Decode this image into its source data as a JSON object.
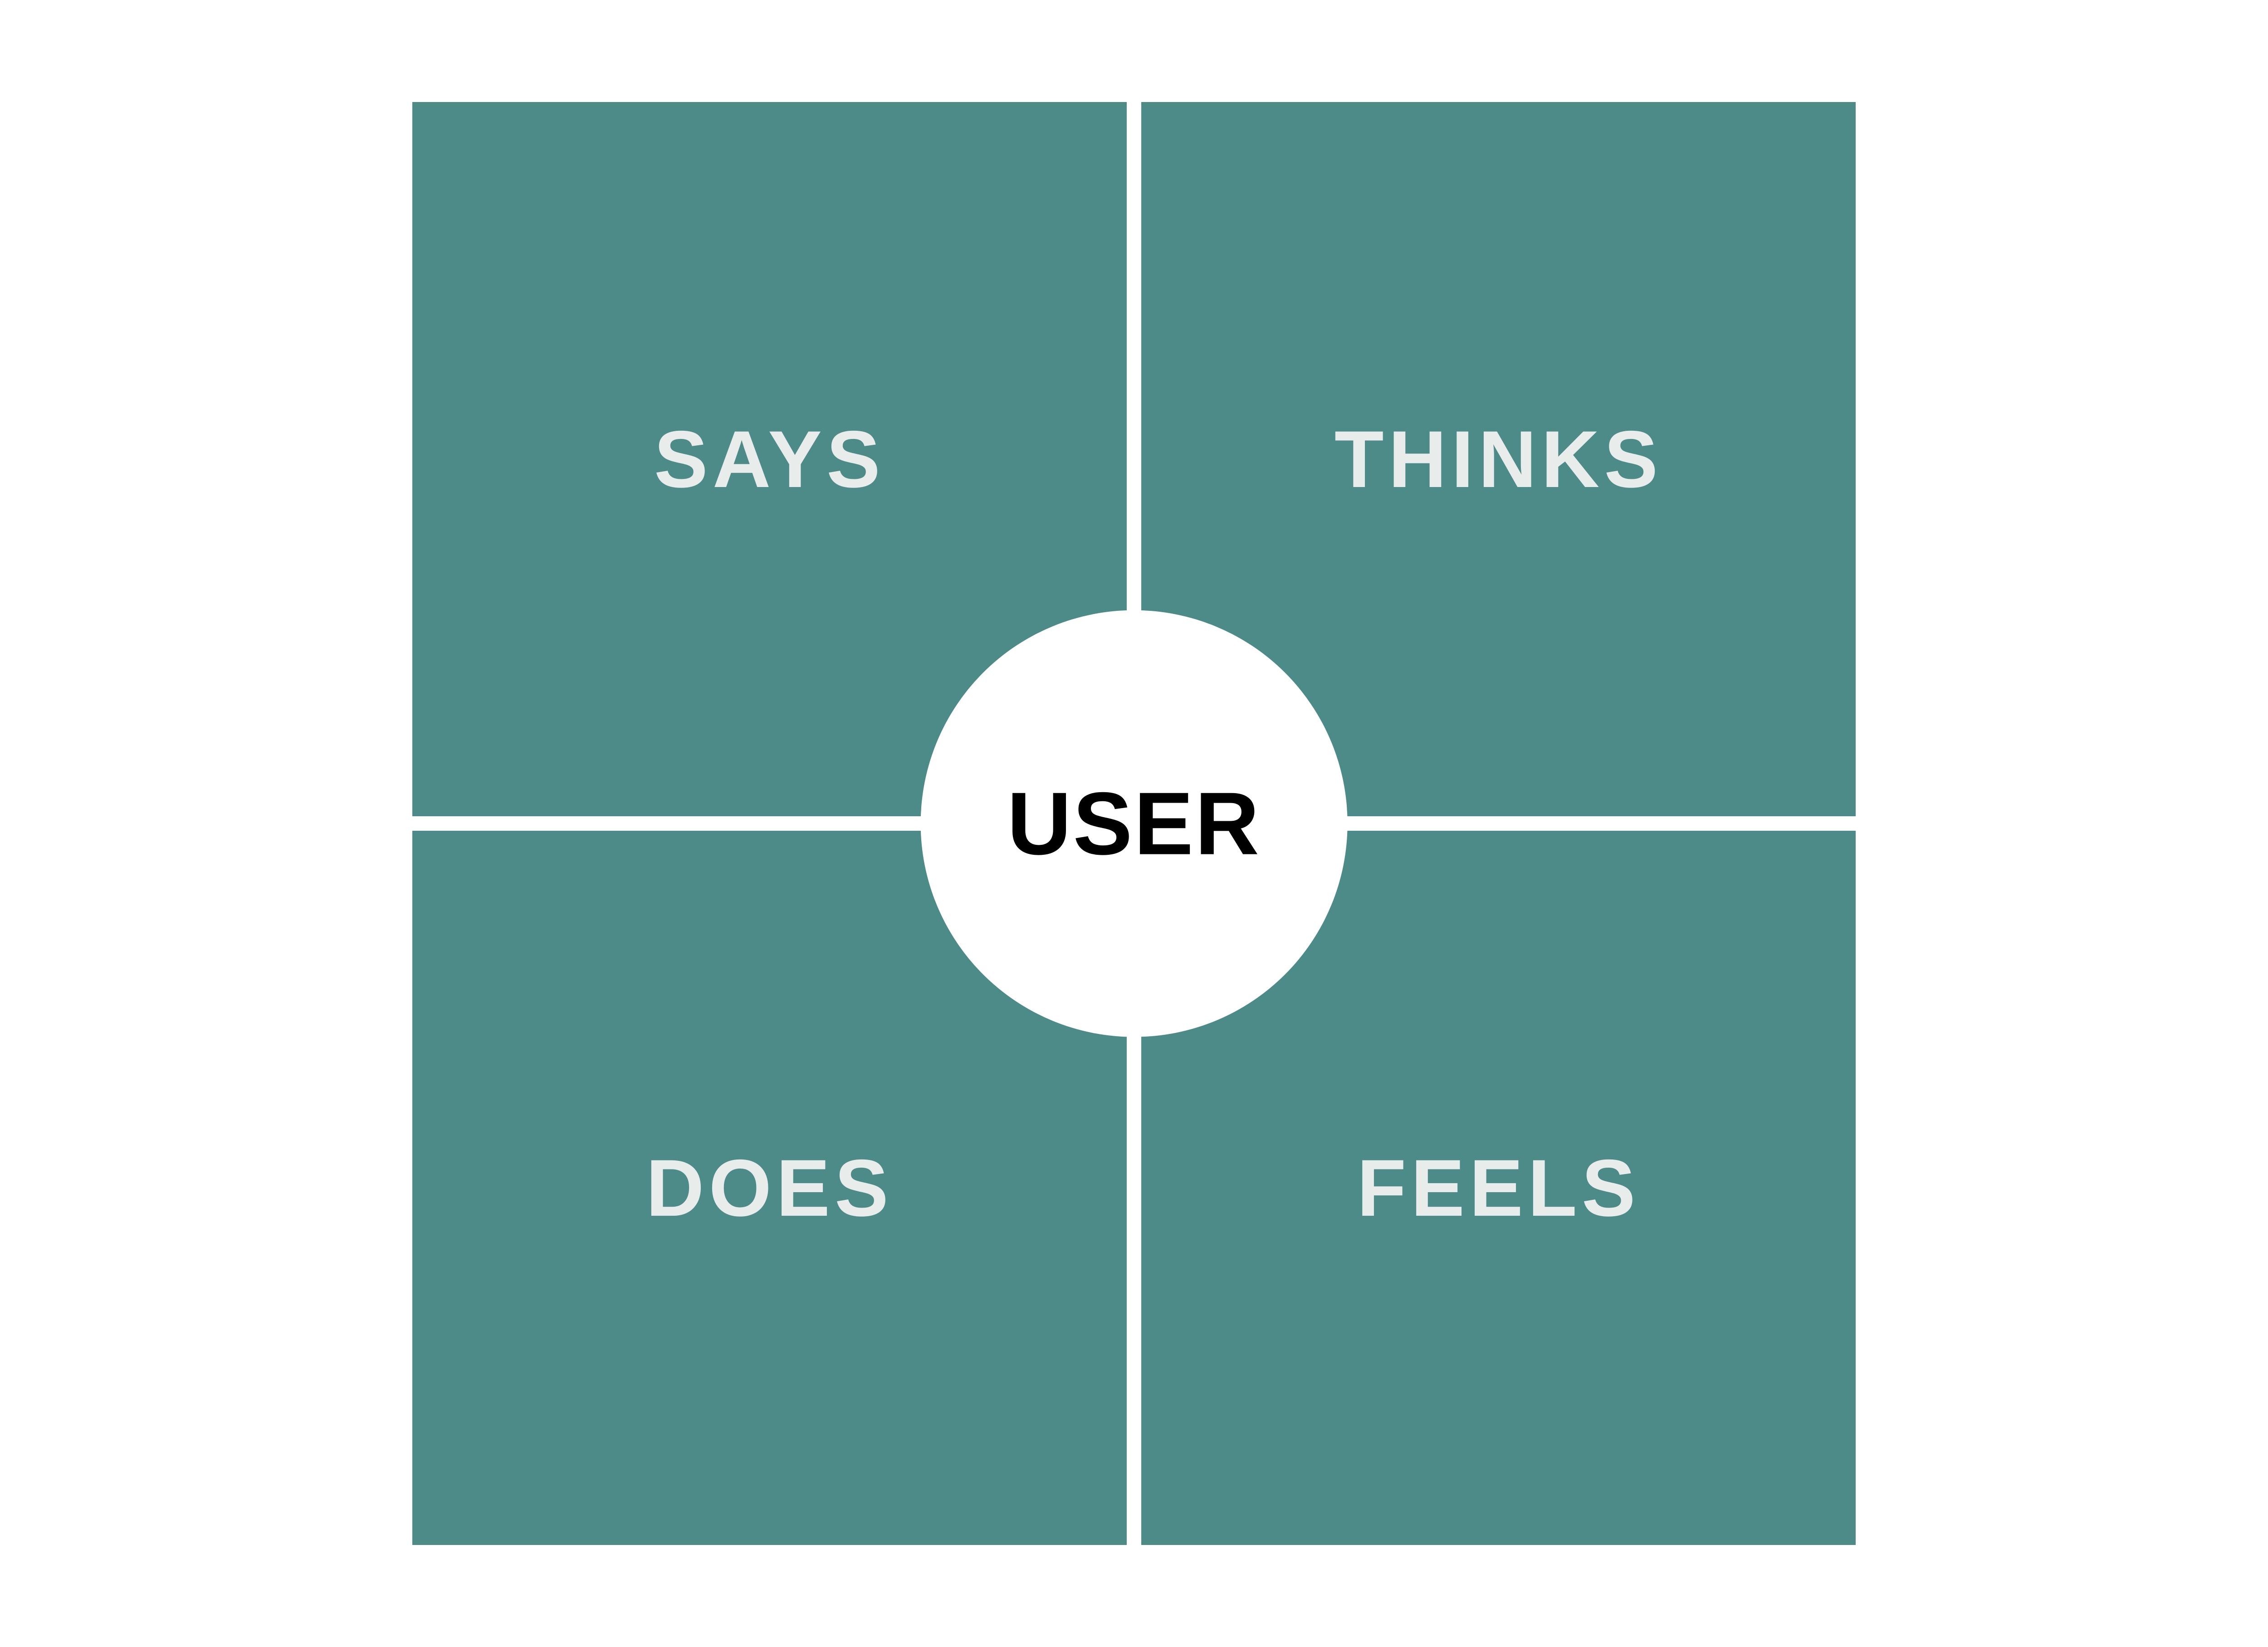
{
  "diagram": {
    "type": "empathy-map",
    "center": {
      "label": "USER"
    },
    "quadrants": [
      {
        "id": "says",
        "label": "SAYS",
        "position": "top-left"
      },
      {
        "id": "thinks",
        "label": "THINKS",
        "position": "top-right"
      },
      {
        "id": "does",
        "label": "DOES",
        "position": "bottom-left"
      },
      {
        "id": "feels",
        "label": "FEELS",
        "position": "bottom-right"
      }
    ],
    "colors": {
      "background": "#ffffff",
      "quadrant": "#4d8b88",
      "label": "#e8edeb",
      "center_bg": "#ffffff",
      "center_text": "#000000"
    }
  }
}
